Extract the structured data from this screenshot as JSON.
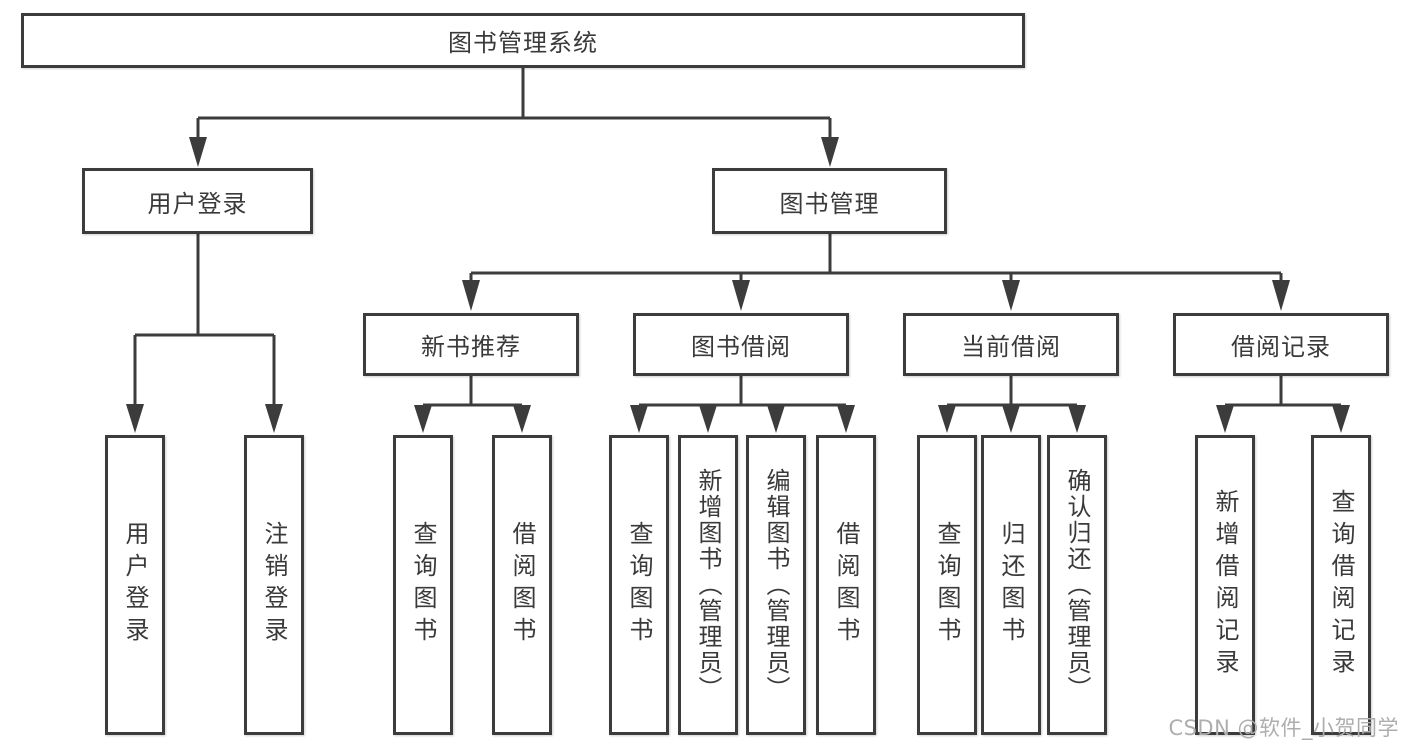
{
  "diagram": {
    "type": "hierarchy",
    "tree": {
      "root": {
        "label": "图书管理系统"
      },
      "branches": [
        {
          "label": "用户登录",
          "children": [
            {
              "label": "用户登录"
            },
            {
              "label": "注销登录"
            }
          ]
        },
        {
          "label": "图书管理",
          "children": [
            {
              "label": "新书推荐",
              "children": [
                {
                  "label": "查询图书"
                },
                {
                  "label": "借阅图书"
                }
              ]
            },
            {
              "label": "图书借阅",
              "children": [
                {
                  "label": "查询图书"
                },
                {
                  "label": "新增图书（管理员）"
                },
                {
                  "label": "编辑图书（管理员）"
                },
                {
                  "label": "借阅图书"
                }
              ]
            },
            {
              "label": "当前借阅",
              "children": [
                {
                  "label": "查询图书"
                },
                {
                  "label": "归还图书"
                },
                {
                  "label": "确认归还（管理员）"
                }
              ]
            },
            {
              "label": "借阅记录",
              "children": [
                {
                  "label": "新增借阅记录"
                },
                {
                  "label": "查询借阅记录"
                }
              ]
            }
          ]
        }
      ]
    },
    "colors": {
      "line": "#3c3c3c",
      "text": "#3a3a3a",
      "box_background": "#ffffff",
      "watermark": "#aeaeae"
    }
  },
  "watermark": {
    "text": "CSDN @软件_小贺同学"
  }
}
